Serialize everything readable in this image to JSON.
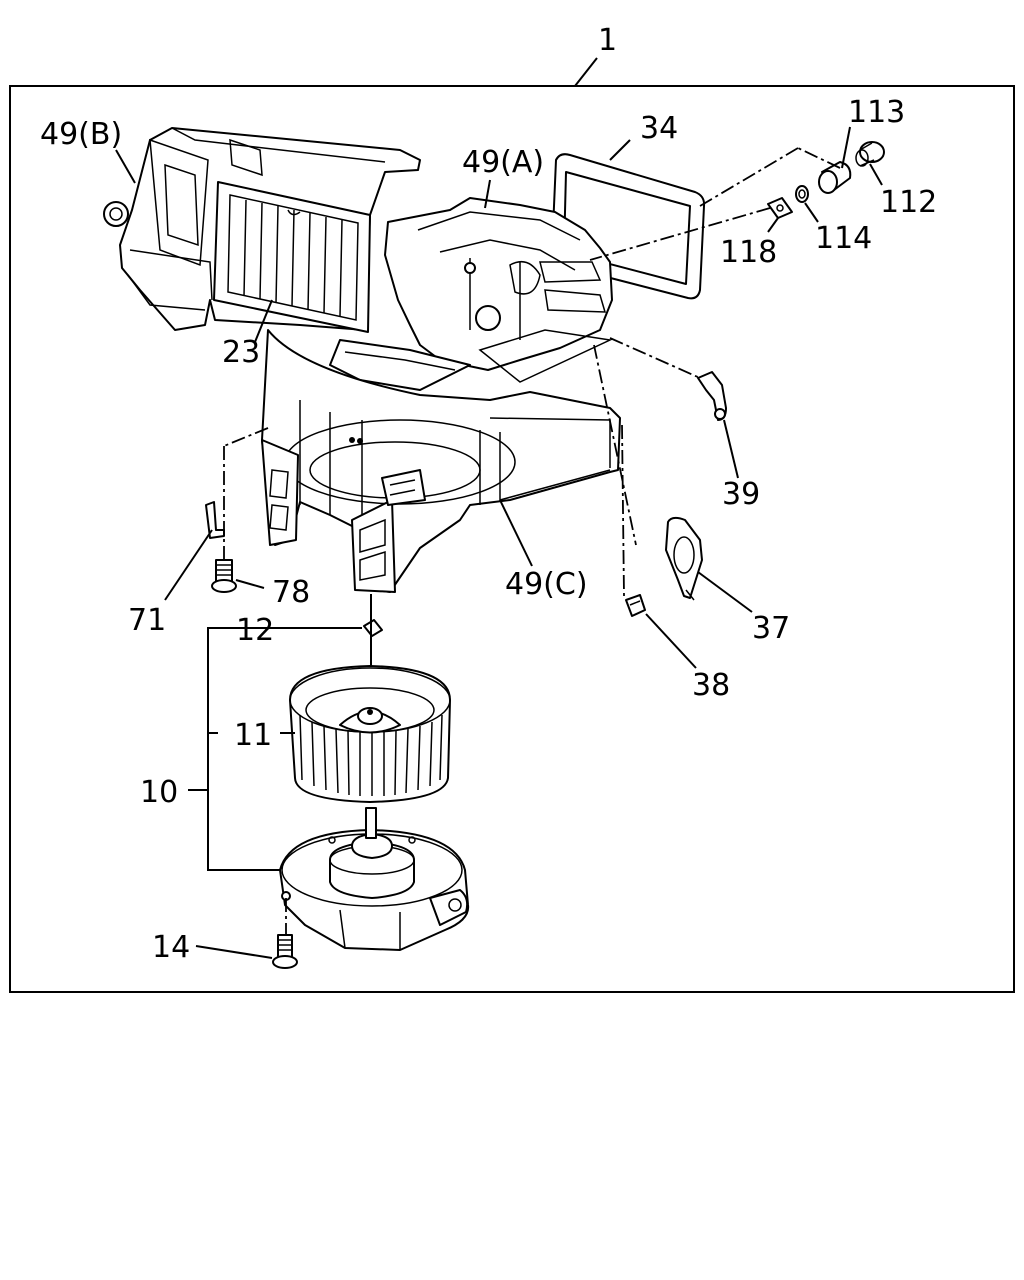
{
  "labels": {
    "assembly": "1",
    "case_b": "49(B)",
    "case_a": "49(A)",
    "case_c": "49(C)",
    "filter": "23",
    "gasket": "34",
    "p113": "113",
    "p112": "112",
    "p118": "118",
    "p114": "114",
    "p39": "39",
    "p37": "37",
    "p38": "38",
    "p71": "71",
    "p78": "78",
    "p12": "12",
    "p11": "11",
    "p10": "10",
    "p14": "14"
  }
}
